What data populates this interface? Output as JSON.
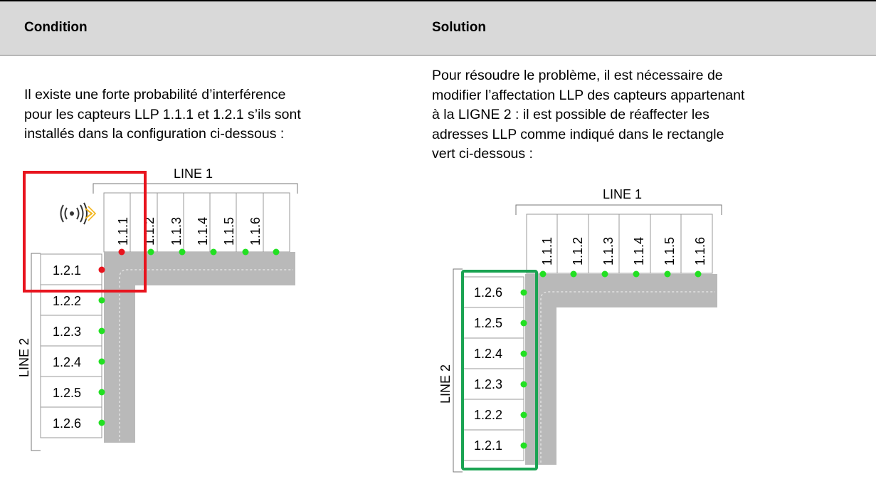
{
  "table": {
    "header_condition": "Condition",
    "header_solution": "Solution"
  },
  "condition": {
    "text_lines": [
      "Il existe une forte probabilité d’interférence",
      "pour les capteurs LLP 1.1.1 et 1.2.1 s’ils sont",
      "installés dans la configuration ci-dessous :"
    ],
    "figure": {
      "line1_label": "LINE 1",
      "line2_label": "LINE 2",
      "line1_sensors": [
        "1.1.1",
        "1.1.2",
        "1.1.3",
        "1.1.4",
        "1.1.5",
        "1.1.6"
      ],
      "line2_sensors": [
        "1.2.1",
        "1.2.2",
        "1.2.3",
        "1.2.4",
        "1.2.5",
        "1.2.6"
      ],
      "interfering_sensors": [
        "1.1.1",
        "1.2.1"
      ]
    }
  },
  "solution": {
    "text_lines": [
      "Pour résoudre le problème, il est nécessaire de",
      "modifier l’affectation LLP des capteurs appartenant",
      "à la LIGNE 2 : il est possible de réaffecter les",
      "adresses LLP comme indiqué dans le rectangle",
      "vert ci-dessous :"
    ],
    "figure": {
      "line1_label": "LINE 1",
      "line2_label": "LINE 2",
      "line1_sensors": [
        "1.1.1",
        "1.1.2",
        "1.1.3",
        "1.1.4",
        "1.1.5",
        "1.1.6"
      ],
      "line2_sensors": [
        "1.2.6",
        "1.2.5",
        "1.2.4",
        "1.2.3",
        "1.2.2",
        "1.2.1"
      ]
    }
  },
  "colors": {
    "ok_dot": "#22e022",
    "interference_dot": "#e8141e",
    "highlight_red": "#e8141e",
    "highlight_green": "#1aa352",
    "road": "#b9b9b9"
  }
}
